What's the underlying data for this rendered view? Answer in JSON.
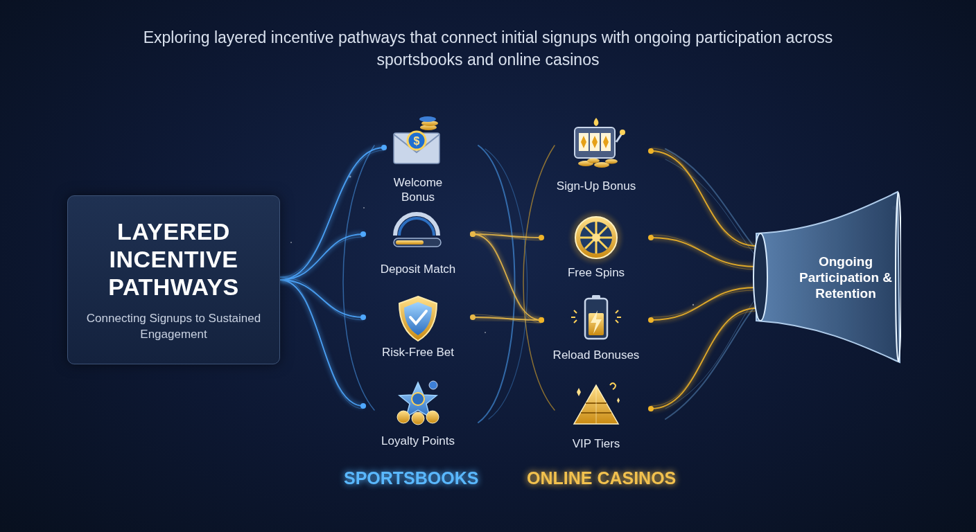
{
  "diagram": {
    "title": "Exploring layered incentive pathways that connect initial signups with ongoing participation across sportsbooks and online casinos",
    "nodes": [
      {
        "text": [
          "LAYERED INCENTIVE PATHWAYS",
          "Connecting Signups to Sustained Engagement"
        ]
      },
      {
        "text": [
          "Welcome Bonus"
        ]
      },
      {
        "text": [
          "Deposit Match"
        ]
      },
      {
        "text": [
          "Risk-Free Bet"
        ]
      },
      {
        "text": [
          "Loyalty Points"
        ]
      },
      {
        "text": [
          "Sign-Up Bonus"
        ]
      },
      {
        "text": [
          "Free Spins"
        ]
      },
      {
        "text": [
          "Reload Bonuses"
        ]
      },
      {
        "text": [
          "VIP Tiers"
        ]
      },
      {
        "text": [
          "Ongoing Participation & Retention"
        ]
      }
    ],
    "edges": [
      {
        "from": 0,
        "to": 1,
        "arrow": "none"
      },
      {
        "from": 0,
        "to": 2,
        "arrow": "none"
      },
      {
        "from": 0,
        "to": 3,
        "arrow": "none"
      },
      {
        "from": 0,
        "to": 4,
        "arrow": "none"
      },
      {
        "from": 2,
        "to": 6,
        "arrow": "none"
      },
      {
        "from": 2,
        "to": 7,
        "arrow": "none"
      },
      {
        "from": 3,
        "to": 7,
        "arrow": "none"
      },
      {
        "from": 5,
        "to": 9,
        "arrow": "none"
      },
      {
        "from": 6,
        "to": 9,
        "arrow": "none"
      },
      {
        "from": 7,
        "to": 9,
        "arrow": "none"
      },
      {
        "from": 8,
        "to": 9,
        "arrow": "none"
      }
    ],
    "labels": [
      "SPORTSBOOKS",
      "ONLINE CASINOS"
    ]
  }
}
